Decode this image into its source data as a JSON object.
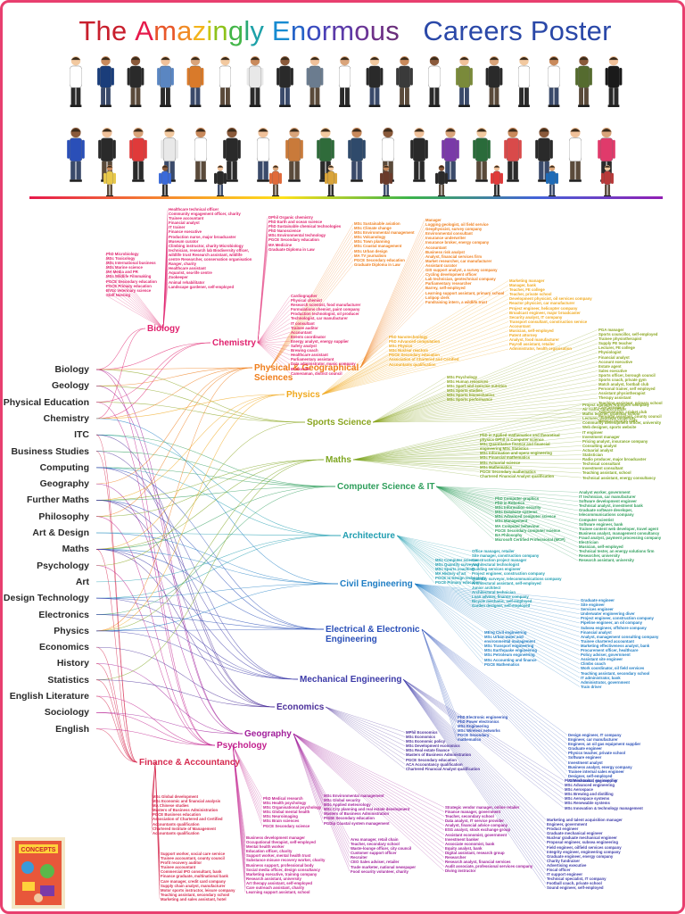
{
  "title": {
    "parts": [
      {
        "text": "The ",
        "color": "#c81f2d"
      },
      {
        "text": "A",
        "color": "#e6194b"
      },
      {
        "text": "m",
        "color": "#e8572a"
      },
      {
        "text": "a",
        "color": "#f08a24"
      },
      {
        "text": "z",
        "color": "#f3b41b"
      },
      {
        "text": "i",
        "color": "#c9c612"
      },
      {
        "text": "n",
        "color": "#8ec21a"
      },
      {
        "text": "g",
        "color": "#43b649"
      },
      {
        "text": "l",
        "color": "#2aa874"
      },
      {
        "text": "y ",
        "color": "#1da1a8"
      },
      {
        "text": "E",
        "color": "#178bd1"
      },
      {
        "text": "n",
        "color": "#2563c8"
      },
      {
        "text": "o",
        "color": "#3a4bbf"
      },
      {
        "text": "r",
        "color": "#4b3fb6"
      },
      {
        "text": "m",
        "color": "#5b3aa8"
      },
      {
        "text": "o",
        "color": "#6a3596"
      },
      {
        "text": "u",
        "color": "#6e3088"
      },
      {
        "text": "s",
        "color": "#6a2f7c"
      },
      {
        "text": "   Careers Poster",
        "color": "#2a48a8"
      }
    ]
  },
  "subjects": [
    "Biology",
    "Geology",
    "Physical Education",
    "Chemistry",
    "ITC",
    "Business Studies",
    "Computing",
    "Geography",
    "Further Maths",
    "Philosophy",
    "Art & Design",
    "Maths",
    "Psychology",
    "Art",
    "Design Technology",
    "Electronics",
    "Physics",
    "Economics",
    "History",
    "Statistics",
    "English Literature",
    "Sociology",
    "English"
  ],
  "areas": [
    {
      "label": "Biology",
      "color": "#e0226e"
    },
    {
      "label": "Chemistry",
      "color": "#e0226e"
    },
    {
      "label": "Physical & Geographical\nSciences",
      "color": "#ef7d1a"
    },
    {
      "label": "Physics",
      "color": "#f0a81c"
    },
    {
      "label": "Sports Science",
      "color": "#8aa51f"
    },
    {
      "label": "Maths",
      "color": "#7da51f"
    },
    {
      "label": "Computer Science & IT",
      "color": "#2e9e5b"
    },
    {
      "label": "Architecture",
      "color": "#1f9db0"
    },
    {
      "label": "Civil Engineering",
      "color": "#1e7dc4"
    },
    {
      "label": "Electrical & Electronic\nEngineering",
      "color": "#2a4fb8"
    },
    {
      "label": "Mechanical Engineering",
      "color": "#3c3aa8"
    },
    {
      "label": "Economics",
      "color": "#4b2f9a"
    },
    {
      "label": "Geography",
      "color": "#a11e9b"
    },
    {
      "label": "Psychology",
      "color": "#c2208e"
    },
    {
      "label": "Finance & Accountancy",
      "color": "#d62a4f"
    }
  ],
  "careers": [
    {
      "area": "Biology",
      "lines": [
        "PhD Microbiology",
        "MSc Toxicology",
        "MSc International business",
        "MSc Marine science",
        "MA Media and PR",
        "MSc Wildlife Filmmaking",
        "PGCE Secondary education",
        "PGCE Primary education",
        "BVSc Veterinary science",
        "Staff Nursing"
      ]
    },
    {
      "area": "Biology-top",
      "lines": [
        "Healthcare technical officer",
        "Community engagement officer, charity",
        "Trainee accountant",
        "Financial analyst",
        "IT trainer",
        "Finance executive",
        "Production nurse, major broadcaster",
        "Museum curator",
        "Climbing instructor, charity Microbiology",
        "technician, research lab Biodiversity officer,",
        "wildlife trust Research assistant, wildlife",
        "centre Researcher, conservation organisation",
        "Ranger, charity",
        "Healthcare assistant",
        "Aquarist, sea-life centre",
        "Zookeeper",
        "Animal rehabilitator",
        "Landscape gardener, self-employed"
      ]
    },
    {
      "area": "Chemistry",
      "lines": [
        "DPhil Organic chemistry",
        "PhD Earth and ocean science",
        "PhD Sustainable chemical technologies",
        "PhD Nanoscience",
        "MSc Environmental technology",
        "PGCE Secondary education",
        "MA Medicine",
        "Graduate Diploma in Law"
      ]
    },
    {
      "area": "Chemistry-2",
      "lines": [
        "Cardiographer",
        "Physical chemist",
        "Research scientist, food manufacturer",
        "Formulations chemist, paint company",
        "Production technologist, oil producer",
        "Technologist, car manufacturer",
        "IT consultant",
        "Trainee auditor",
        "Accountant",
        "Events coordinator",
        "Energy analyst, energy supplier",
        "Safety analyst",
        "Brewing coach",
        "Healthcare assistant",
        "Parliamentary assistant",
        "Data administrator, music company",
        "Bookseller",
        "Cameraman, district council"
      ]
    },
    {
      "area": "Physical",
      "lines": [
        "MSc Sustainable aviation",
        "MSc Climate change",
        "MSc Environmental management",
        "MSc Volcanology",
        "MSc Town planning",
        "MSc Coastal management",
        "MSc Urban design",
        "MA TV journalism",
        "PGCE Secondary education",
        "Graduate Diploma in Law"
      ]
    },
    {
      "area": "Physical-2",
      "lines": [
        "Manager",
        "Logging geologist, oil field service",
        "Geophysicist, survey company",
        "Environmental consultant",
        "Insurance underwriter",
        "Insurance broker, energy company",
        "Accountant",
        "Business risk analyst",
        "Analyst, financial services firm",
        "Market researcher, car manufacturer",
        "Assistant curator",
        "GIS support analyst, a survey company",
        "Cycling development officer",
        "Lab technician, geotechnical company",
        "Parliamentary researcher",
        "Barrey, self-employed",
        "Learning support assistant, primary school",
        "Lolipop clerk",
        "Fundraising intern, a wildlife trust"
      ]
    },
    {
      "area": "Physics",
      "lines": [
        "PhD Nanotechnology",
        "PhD Advanced computation",
        "MSc Physics",
        "MSc Nuclear reactors",
        "PGCE Secondary education",
        "Association of Chartered and Certified",
        "Accountants qualification"
      ]
    },
    {
      "area": "Physics-2",
      "lines": [
        "Marketing manager",
        "Manager, bank",
        "Teacher, FE college",
        "Teacher, private school",
        "Development physicist, oil services company",
        "Reactor physicist, car manufacturer",
        "Project engineer, helicopter company",
        "Broadcast engineer, major broadcaster",
        "Security analyst, IT company",
        "Transport consultant, construction service",
        "Accountant",
        "Musician, self-employed",
        "Patent attorney",
        "Analyst, food manufacturer",
        "Payroll assistant, retailer",
        "Administrator, health organisation"
      ]
    },
    {
      "area": "Sports",
      "lines": [
        "MSc Psychology",
        "MSc Human resources",
        "MSc Sport and exercise nutrition",
        "MSc Sports studies",
        "MSc Sports biomechanics",
        "MSc Sports performance"
      ]
    },
    {
      "area": "Sports-2",
      "lines": [
        "PGA manager",
        "Sports councillor, self-employed",
        "Trainee physiotherapist",
        "Supply PE teacher",
        "Lecturer, FE college",
        "Physiologist",
        "Financial analyst",
        "Account executive",
        "Estate agent",
        "Sales executive",
        "Sports officer, borough council",
        "Sports coach, private gym",
        "Match analyst, football club",
        "Personal trainer, self employed",
        "Assistant physiotherapist",
        "Therapy assistant",
        "Teaching assistant, primary school",
        "Care assistant",
        "Administrator, cricket club",
        "Personal assistant, county council",
        "Medical records clerk"
      ]
    },
    {
      "area": "Maths",
      "lines": [
        "PhD in Applied mathematics and theoretical",
        "physics DPhil in Computer science",
        "MSc Quantitative finance and financial",
        "engineering MSc Statistics",
        "MSc Information and opera engineering",
        "MSc Financial mathematics",
        "MSc Actuarial science",
        "MSc Mathematics",
        "PGCE Secondary mathematics",
        "Chartered Financial Analyst qualification"
      ]
    },
    {
      "area": "Maths-2",
      "lines": [
        "Project manager, transport company",
        "Air traffic control officer",
        "Maths teacher, grammar school",
        "Lecturer, overseas university",
        "Community development officer, university",
        "Web designer, sports website",
        "IT engineer",
        "Investment manager",
        "Pricing analyst, insurance company",
        "Consulting analyst",
        "Actuarial analyst",
        "Statistician",
        "Radio producer, major broadcaster",
        "Technical consultant",
        "Investment consultant",
        "Teaching assistant, school",
        "Technical assistant, energy consultancy"
      ]
    },
    {
      "area": "Computer",
      "lines": [
        "PhD Computer graphics",
        "PhD in Robotics",
        "MSc Information security",
        "MSc Database systems",
        "MSc Advanced computer science",
        "MSc Management",
        "MA Computer behaviour",
        "PGCE Secondary computer science",
        "BA Philosophy",
        "Microsoft Certified Professional (MCP)"
      ]
    },
    {
      "area": "Computer-2",
      "lines": [
        "Analyst worker, government",
        "IT technician, car manufacturer",
        "Software development engineer",
        "Technical analyst, investment bank",
        "Graduate software developer,",
        "telecommunications company",
        "Computer scientist",
        "Software engineer, bank",
        "Trainee content web developer, travel agent",
        "Business analyst, management consultancy",
        "Fraud analyst, payment processing company",
        "Electrician",
        "Musician, self-employed",
        "Technical tester, an energy solutions firm",
        "Researcher, university",
        "Research assistant, university"
      ]
    },
    {
      "area": "Architecture",
      "lines": [
        "MSc Computer science",
        "MSc Quantity surveying",
        "MSc Sports coaching",
        "MA History of art",
        "PGCE in Design technology",
        "PGCE Primary education"
      ]
    },
    {
      "area": "Architecture-2",
      "lines": [
        "Office manager, retailer",
        "Site manager, construction company",
        "Construction project manager",
        "Architectural technologist",
        "Building services engineer",
        "Project engineer, construction company",
        "Quantity surveyor, telecommunications company",
        "Architectural assistant, self-employed",
        "Junior architect",
        "Architectural technician",
        "Loan adviser, finance company",
        "Bicycle mechanic, self-employed",
        "Garden designer, self-employed"
      ]
    },
    {
      "area": "Civil",
      "lines": [
        "MEng Civil engineering",
        "MSc Urban water and",
        "environmental management",
        "MSc Transport engineering",
        "MSc Earthquake engineering",
        "MSc Petroleum engineering",
        "MSc Accounting and finance",
        "PGCE Mathematics"
      ]
    },
    {
      "area": "Civil-2",
      "lines": [
        "Graduate engineer",
        "Site engineer",
        "Services engineer",
        "Underwater engineering diver",
        "Project engineer, construction company",
        "Pipeline engineer, an oil company",
        "Subsea engineer, offshore company",
        "Financial analyst",
        "Analyst, management consulting company",
        "Trainee chartered accountant",
        "Marketing effectiveness analyst, bank",
        "Procurement officer, healthcare",
        "Policy adviser, government",
        "Assistant site engineer",
        "Climbs coach",
        "Work coordinator, oil field services",
        "Teaching assistant, secondary school",
        "IT administrator, bank",
        "Administrator, government",
        "Train driver"
      ]
    },
    {
      "area": "Electrical",
      "lines": [
        "PhD Electronic engineering",
        "PhD Power electronics",
        "MSc Engineering",
        "MSc Wireless networks",
        "PGCE Secondary",
        "mathematics"
      ]
    },
    {
      "area": "Electrical-2",
      "lines": [
        "Design engineer, IT company",
        "Engineer, car manufacturer",
        "Engineer, an oil gas equipment supplier",
        "Graduate engineer",
        "Physics teacher, private school",
        "Software engineer",
        "Investment analyst",
        "Business analyst, energy company",
        "Trainee internal sales engineer",
        "Designer, self-employed",
        "Administrator, gas supplier"
      ]
    },
    {
      "area": "Economics",
      "lines": [
        "MPhil Economics",
        "MSc Economics",
        "MSc Economic policy",
        "MSc Development economics",
        "MSc Real estate finance",
        "Masters of Business Administration",
        "PGCE Secondary education",
        "ACA Accountancy qualification",
        "Chartered Financial Analyst qualification"
      ]
    },
    {
      "area": "Mechanical",
      "lines": [
        "PhD Mechanical engineering",
        "MSc Advanced engineering",
        "MSc Aerospace",
        "MSc Brewing and distilling",
        "MSc Aerospace systems",
        "MSc Renewable systems",
        "MSc Innovation & technology management"
      ]
    },
    {
      "area": "Mechanical-2",
      "lines": [
        "Marketing and talent acquisition manager",
        "Engineer, government",
        "Product engineer",
        "Graduate mechanical engineer",
        "Nuclear graduate mechanical engineer",
        "Proposal engineer, subsea engineering",
        "Field engineer, oilfield services company",
        "Integrity engineer, engineering company",
        "Graduate engineer, energy company",
        "Charity fundraiser",
        "Advertising executive",
        "Fiscal officer",
        "IT support engineer",
        "Technical specialist, IT company",
        "Football coach, private school",
        "Sound engineer, self-employed"
      ]
    },
    {
      "area": "Geography",
      "lines": [
        "MSc Environmental management",
        "MSc Global security",
        "MSc Applied meteorology",
        "MSc City planning and real estate development",
        "Masters of Business Administration",
        "PGDE Secondary education",
        "PGDip Coastal system management"
      ]
    },
    {
      "area": "Geography-2",
      "lines": [
        "Strategic vendor manager, online retailer",
        "Finance manager, government",
        "Teacher, secondary school",
        "Data analyst, IT service provider",
        "Analyst, financial advice company",
        "ESG analyst, stock exchange group",
        "Assistant economist, government",
        "Investment banker",
        "Associate economist, bank",
        "Equity analyst, bank",
        "Digital assistant, research group",
        "Researcher",
        "Research analyst, financial services",
        "Audit associate, professional services company",
        "Diving instructor"
      ]
    },
    {
      "area": "Geography-3",
      "lines": [
        "Area manager, retail chain",
        "Teacher, secondary school",
        "Waste-lounge officer, city council",
        "Customer support officer",
        "Recruiter",
        "CEO Sales adviser, retailer",
        "Trade marketer, national newspaper",
        "Food security volunteer, charity"
      ]
    },
    {
      "area": "Psychology",
      "lines": [
        "PhD Medical research",
        "MSc Health psychology",
        "MSc Organisational psychology",
        "MSc Global mental health",
        "MSc Neuroimaging",
        "MSc Brain sciences",
        "PGCE Secondary science"
      ]
    },
    {
      "area": "Psychology-2",
      "lines": [
        "Business development manager",
        "Occupational therapist, self-employed",
        "Mental health worker",
        "Education officer, charity",
        "Support worker, mental health trust",
        "Substance misuse recovery worker, charity",
        "Business support, professional body",
        "Social media officer, design consultancy",
        "Marketing executive, training company",
        "Research assistant, university",
        "Art therapy assistant, self-employed",
        "Care outreach assistant, charity",
        "Learning support assistant, school"
      ]
    },
    {
      "area": "Finance",
      "lines": [
        "MSc Global development",
        "MSc Economic and financial analysis",
        "MA Chinese studies",
        "Masters of Business Administration",
        "PGCE Business education",
        "Association of Chartered and Certified",
        "Accountants qualification",
        "Chartered Institute of Management",
        "Accountants qualification"
      ]
    },
    {
      "area": "Finance-2",
      "lines": [
        "Support worker, social care service",
        "Trainee accountant, county council",
        "Profit recovery auditor",
        "Trainee accountant",
        "Commercial IPO consultant, bank",
        "Finance graduate, multinational bank",
        "Care manager, credit card company",
        "Supply chain analyst, manufacturer",
        "Motor sports instructor, leisure company",
        "Teaching assistant, secondary school",
        "Marketing and sales assistant, hotel"
      ]
    }
  ],
  "figures": {
    "skin": [
      "#f2c9a0",
      "#c98a5c",
      "#8a5a3b",
      "#f0c19a",
      "#d9a47a"
    ],
    "top_row_colors": [
      "#ffffff",
      "#1a3d7a",
      "#2a2a2a",
      "#5a86c2",
      "#d97a2a",
      "#ffffff",
      "#e8e8e8",
      "#2a2a2a",
      "#6b7c8f",
      "#ffffff",
      "#2a2a2a",
      "#3a3a3a",
      "#ffffff",
      "#7a8a3a",
      "#2a2a2a",
      "#ffffff",
      "#ffffff",
      "#556b2f",
      "#1a1a1a"
    ],
    "bottom_row_colors": [
      "#2a4fb8",
      "#2a2a2a",
      "#e03a3a",
      "#e8e8e8",
      "#ffffff",
      "#2a2a2a",
      "#ffffff",
      "#c97a3a",
      "#2f6b3a",
      "#2f4a6b",
      "#ffffff",
      "#2a2a2a",
      "#7a3aa8",
      "#2a6b3a",
      "#d94a4a",
      "#2a2a2a",
      "#ffffff",
      "#e03a6b"
    ],
    "front_row_colors": [
      "#e8c84a",
      "#3a6ad9",
      "#2a2a2a",
      "#e06a3a",
      "#d9a43a",
      "#6a3a2a",
      "#2a2a2a",
      "#e03a3a",
      "#1e6bb8",
      "#b83a3a"
    ]
  },
  "concepts_label": "CONCEPTS"
}
